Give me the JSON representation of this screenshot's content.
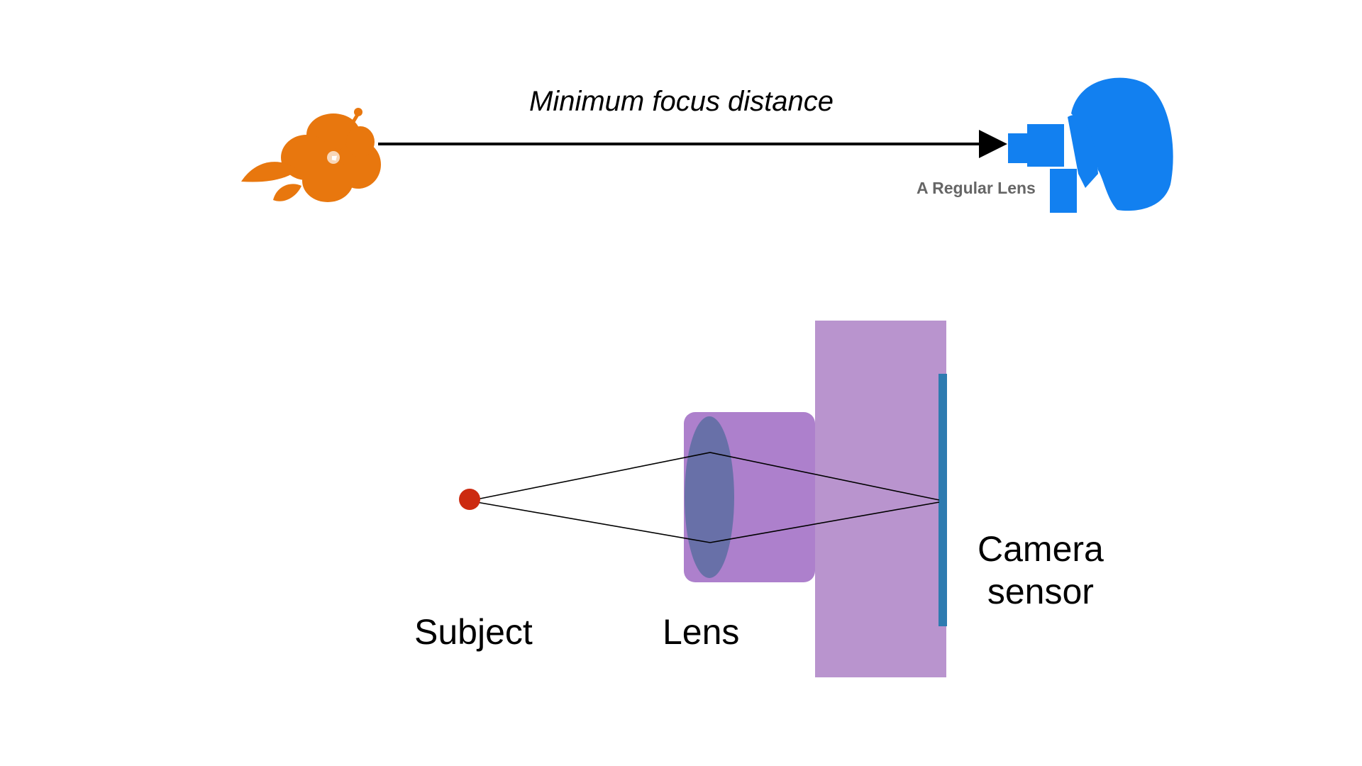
{
  "top": {
    "title": "Minimum focus distance",
    "camera_label": "A Regular Lens",
    "icons": [
      "hibiscus-flower-icon",
      "photographer-icon"
    ],
    "colors": {
      "flower": "#E8770E",
      "photographer": "#1280F0",
      "arrow": "#000000"
    }
  },
  "bottom": {
    "labels": {
      "subject": "Subject",
      "lens": "Lens",
      "camera_line1": "Camera",
      "camera_line2": "sensor"
    },
    "colors": {
      "subject_dot": "#CC2A10",
      "lens_barrel": "#AD80CC",
      "lens_element": "#6870A8",
      "camera_body": "#B994CE",
      "sensor": "#2E7BB0"
    }
  }
}
